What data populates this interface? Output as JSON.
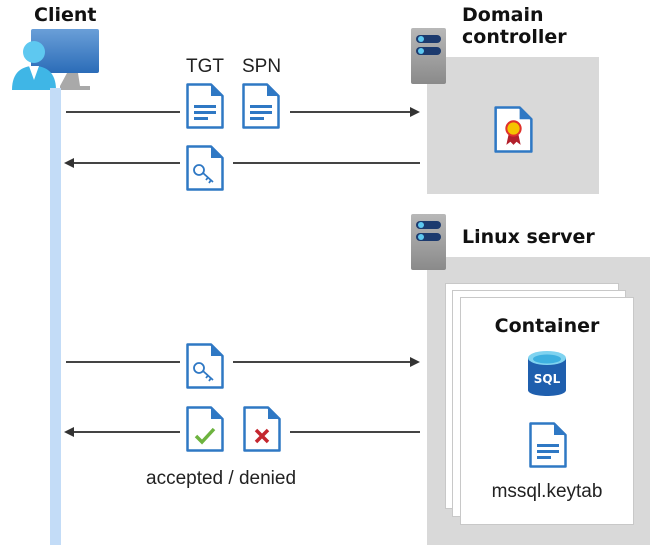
{
  "client": {
    "title": "Client"
  },
  "domain_controller": {
    "title_line1": "Domain",
    "title_line2": "controller"
  },
  "linux_server": {
    "title": "Linux server"
  },
  "container": {
    "title": "Container",
    "sql_label": "SQL",
    "keytab_label": "mssql.keytab"
  },
  "messages": {
    "tgt_label": "TGT",
    "spn_label": "SPN",
    "result_label": "accepted / denied"
  },
  "colors": {
    "lifeline": "#c3dcf7",
    "doc_blue": "#2f78c4",
    "box_gray": "#d9d9d9",
    "check_green": "#6db33f",
    "cross_red": "#c4262e"
  }
}
